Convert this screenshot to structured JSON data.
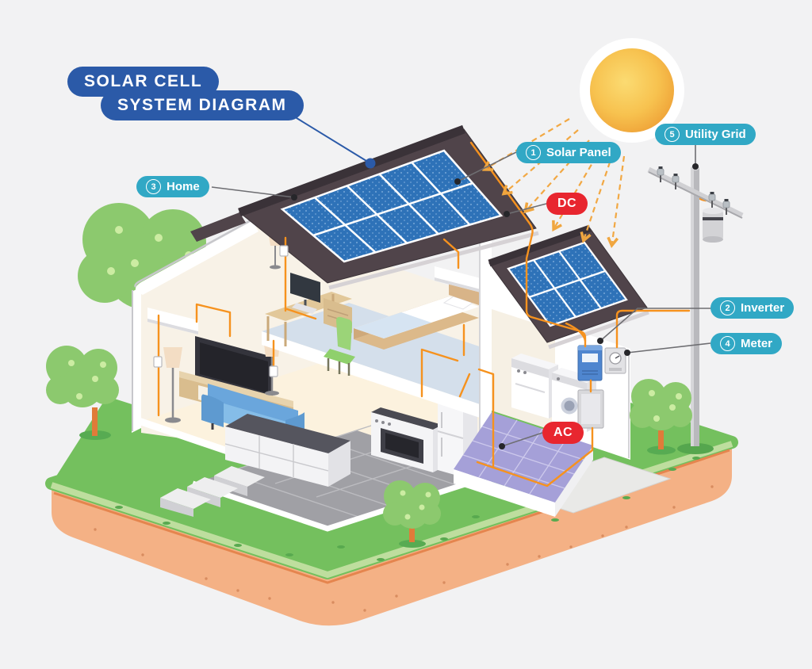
{
  "title": {
    "line1": "SOLAR CELL",
    "line2": "SYSTEM DIAGRAM"
  },
  "labels": {
    "solar_panel": {
      "num": "1",
      "text": "Solar Panel"
    },
    "inverter": {
      "num": "2",
      "text": "Inverter"
    },
    "home": {
      "num": "3",
      "text": "Home"
    },
    "meter": {
      "num": "4",
      "text": "Meter"
    },
    "utility_grid": {
      "num": "5",
      "text": "Utility Grid"
    },
    "dc": {
      "text": "DC"
    },
    "ac": {
      "text": "AC"
    }
  },
  "colors": {
    "background": "#f2f2f3",
    "title_blue": "#2b5aa8",
    "badge_teal": "#31a8c5",
    "badge_red": "#e8262f",
    "wire_orange": "#f6921e",
    "panel_blue": "#2e72b8",
    "roof_dark": "#50444a",
    "grass_green": "#74c05e",
    "soil_orange": "#f4b185",
    "sun_yellow": "#f6c54f"
  },
  "icons": [
    "sun-icon",
    "sun-ray-icon",
    "tree-icon",
    "utility-pole-icon",
    "solar-panel-array-icon",
    "inverter-box-icon",
    "meter-box-icon",
    "breaker-box-icon",
    "washer-icon",
    "dryer-icon"
  ]
}
